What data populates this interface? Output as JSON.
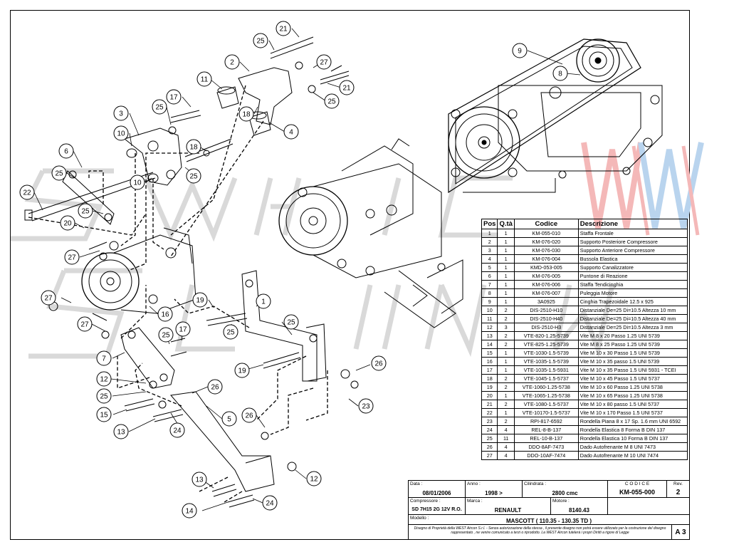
{
  "balloons": [
    "1",
    "2",
    "3",
    "4",
    "5",
    "6",
    "7",
    "8",
    "9",
    "10",
    "11",
    "12",
    "13",
    "14",
    "15",
    "16",
    "17",
    "18",
    "19",
    "20",
    "21",
    "22",
    "23",
    "24",
    "25",
    "26",
    "27"
  ],
  "table": {
    "headers": {
      "pos": "Pos",
      "qty": "Q.tà",
      "code": "Codice",
      "desc": "Descrizione"
    },
    "rows": [
      {
        "pos": "1",
        "qty": "1",
        "code": "KM-055-010",
        "desc": "Staffa Frontale"
      },
      {
        "pos": "2",
        "qty": "1",
        "code": "KM-076-020",
        "desc": "Supporto Posteriore Compressore"
      },
      {
        "pos": "3",
        "qty": "1",
        "code": "KM-076-030",
        "desc": "Supporto Anteriore Compressore"
      },
      {
        "pos": "4",
        "qty": "1",
        "code": "KM-076-004",
        "desc": "Bussola Elastica"
      },
      {
        "pos": "5",
        "qty": "1",
        "code": "KMD-053-005",
        "desc": "Supporto Canalizzatore"
      },
      {
        "pos": "6",
        "qty": "1",
        "code": "KM-076-005",
        "desc": "Puntone di Reazione"
      },
      {
        "pos": "7",
        "qty": "1",
        "code": "KM-076-006",
        "desc": "Staffa Tendicinghia"
      },
      {
        "pos": "8",
        "qty": "1",
        "code": "KM-076-007",
        "desc": "Puleggia Motore"
      },
      {
        "pos": "9",
        "qty": "1",
        "code": "3A0925",
        "desc": "Cinghia Trapezoidale 12.5 x 925"
      },
      {
        "pos": "10",
        "qty": "2",
        "code": "DIS-2510-H10",
        "desc": "Distanziale De=25 Di=10.5 Altezza 10 mm"
      },
      {
        "pos": "11",
        "qty": "2",
        "code": "DIS-2510-H40",
        "desc": "Distanziale De=25 Di=10.5 Altezza 40 mm"
      },
      {
        "pos": "12",
        "qty": "3",
        "code": "DIS-2510-H3",
        "desc": "Distanziale De=25 Di=10.5 Altezza 3 mm"
      },
      {
        "pos": "13",
        "qty": "2",
        "code": "VTE-820-1.25-5739",
        "desc": "Vite M 8 x 20 Passo 1.25 UNI 5739"
      },
      {
        "pos": "14",
        "qty": "2",
        "code": "VTE-825-1.25-5739",
        "desc": "Vite M 8 x 25 Passo 1.25 UNI 5739"
      },
      {
        "pos": "15",
        "qty": "1",
        "code": "VTE-1030-1.5-5739",
        "desc": "Vite M 10 x 30 Passo 1.5 UNI 5739"
      },
      {
        "pos": "16",
        "qty": "1",
        "code": "VTE-1035-1.5-5739",
        "desc": "Vite M 10 x 35 passo 1.5 UNI 5739"
      },
      {
        "pos": "17",
        "qty": "1",
        "code": "VTE-1035-1.5-5931",
        "desc": "Vite M 10 x 35 Passo 1.5 UNI 5931 - TCEI"
      },
      {
        "pos": "18",
        "qty": "2",
        "code": "VTE-1045-1.5-5737",
        "desc": "Vite M 10 x 45 Passo 1.5 UNI 5737"
      },
      {
        "pos": "19",
        "qty": "2",
        "code": "VTE-1060-1.25-5738",
        "desc": "Vite M 10 x 60 Passo 1.25 UNI 5738"
      },
      {
        "pos": "20",
        "qty": "1",
        "code": "VTE-1065-1.25-5738",
        "desc": "Vite M 10 x 65 Passo 1.25 UNI 5738"
      },
      {
        "pos": "21",
        "qty": "2",
        "code": "VTE-1080-1.5-5737",
        "desc": "Vite M 10 x 80 passo 1.5 UNI 5737"
      },
      {
        "pos": "22",
        "qty": "1",
        "code": "VTE-10170-1.5-5737",
        "desc": "Vite M 10 x 170 Passo 1.5 UNI 5737"
      },
      {
        "pos": "23",
        "qty": "2",
        "code": "RPI-817-6592",
        "desc": "Rondella Piana 8 x 17 Sp. 1.6 mm UNI 6592"
      },
      {
        "pos": "24",
        "qty": "4",
        "code": "REL-8-B-137",
        "desc": "Rondella Elastica 8 Forma B DIN 137"
      },
      {
        "pos": "25",
        "qty": "11",
        "code": "REL-10-B-137",
        "desc": "Rondella Elastica 10 Forma B DIN 137"
      },
      {
        "pos": "26",
        "qty": "4",
        "code": "DDO-8AF-7473",
        "desc": "Dado Autofrenante M 8 UNI 7473"
      },
      {
        "pos": "27",
        "qty": "4",
        "code": "DDO-10AF-7474",
        "desc": "Dado Autofrenante M 10 UNI 7474"
      }
    ]
  },
  "title_block": {
    "data_label": "Data :",
    "data": "08/01/2006",
    "anno_label": "Anno :",
    "anno": "1998 >",
    "cilindrata_label": "Cilindrata :",
    "cilindrata": "2800 cmc",
    "codice_label": "C O D I C E",
    "codice": "KM-055-000",
    "rev_label": "Rev.",
    "rev": "2",
    "compressore_label": "Compressore :",
    "compressore": "SD 7H15 2G 12V R.O.",
    "marca_label": "Marca :",
    "marca": "RENAULT",
    "motore_label": "Motore :",
    "motore": "8140.43",
    "modello_label": "Modello :",
    "modello": "MASCOTT ( 110.35 - 130.35 TD )",
    "disclaimer": "Disegno di Proprietà della WEST Aircon S.r.l. - Senza autorizzazione della stessa , il presente disegno non potrà essere utilizzato per la costruzione del disegno rappresentato , ne venire comunicato a terzi o riprodotto. La WEST Aircon tutelerà i propri Diritti a rigore di Legge",
    "sheet_size": "A 3"
  },
  "colors": {
    "line": "#000000",
    "watermark_gray": "#d9d9d9",
    "watermark_red": "#f4b8b8",
    "watermark_blue": "#b9d4ee"
  }
}
